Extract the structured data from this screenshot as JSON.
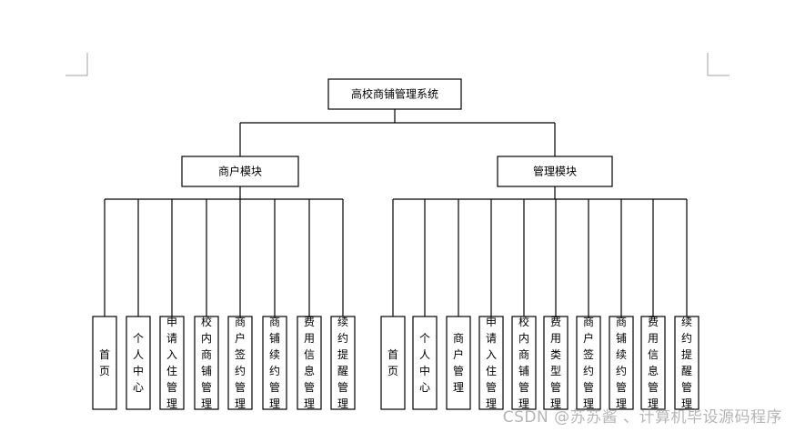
{
  "root": {
    "label": "高校商铺管理系统"
  },
  "modules": [
    {
      "label": "商户模块",
      "children": [
        "首页",
        "个人中心",
        "申请入住管理",
        "校内商铺管理",
        "商户签约管理",
        "商铺续约管理",
        "费用信息管理",
        "续约提醒管理"
      ]
    },
    {
      "label": "管理模块",
      "children": [
        "首页",
        "个人中心",
        "商户管理",
        "申请入住管理",
        "校内商铺管理",
        "费用类型管理",
        "商户签约管理",
        "商铺续约管理",
        "费用信息管理",
        "续约提醒管理"
      ]
    }
  ],
  "watermark": "CSDN @苏苏酱 、计算机毕设源码程序"
}
